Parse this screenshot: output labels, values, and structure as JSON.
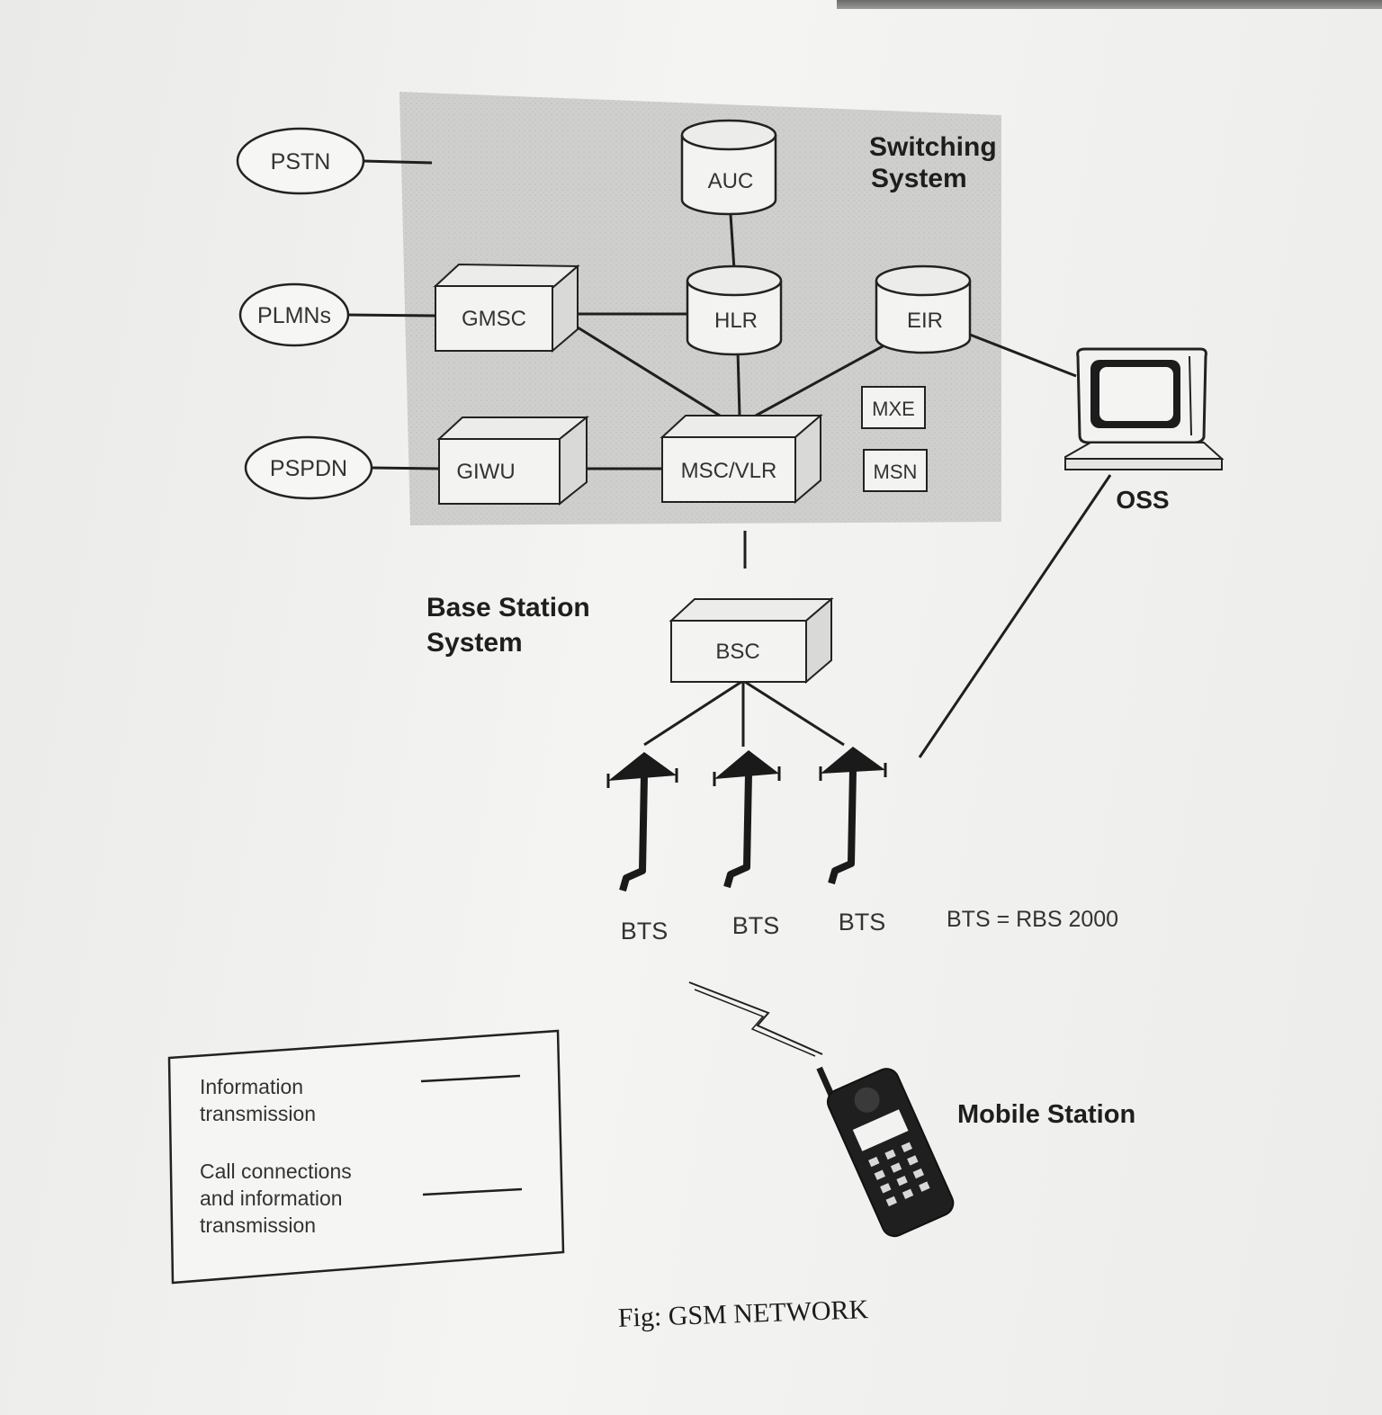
{
  "diagram": {
    "networks": {
      "pstn": "PSTN",
      "plmns": "PLMNs",
      "pspdn": "PSPDN"
    },
    "switching_system": {
      "title_line1": "Switching",
      "title_line2": "System"
    },
    "nodes": {
      "auc": "AUC",
      "hlr": "HLR",
      "eir": "EIR",
      "gmsc": "GMSC",
      "giwu": "GIWU",
      "msc_vlr": "MSC/VLR",
      "mxe": "MXE",
      "msn": "MSN",
      "bsc": "BSC",
      "oss": "OSS"
    },
    "base_station_system": {
      "title_line1": "Base Station",
      "title_line2": "System"
    },
    "bts": [
      "BTS",
      "BTS",
      "BTS"
    ],
    "bts_note": "BTS = RBS 2000",
    "mobile_station": "Mobile Station",
    "legend": {
      "item1_line1": "Information",
      "item1_line2": "transmission",
      "item2_line1": "Call connections",
      "item2_line2": "and information",
      "item2_line3": "transmission"
    },
    "caption": "Fig: GSM NETWORK"
  },
  "colors": {
    "switching_area": "#cfcfcd",
    "ink": "#1f1f1f"
  }
}
